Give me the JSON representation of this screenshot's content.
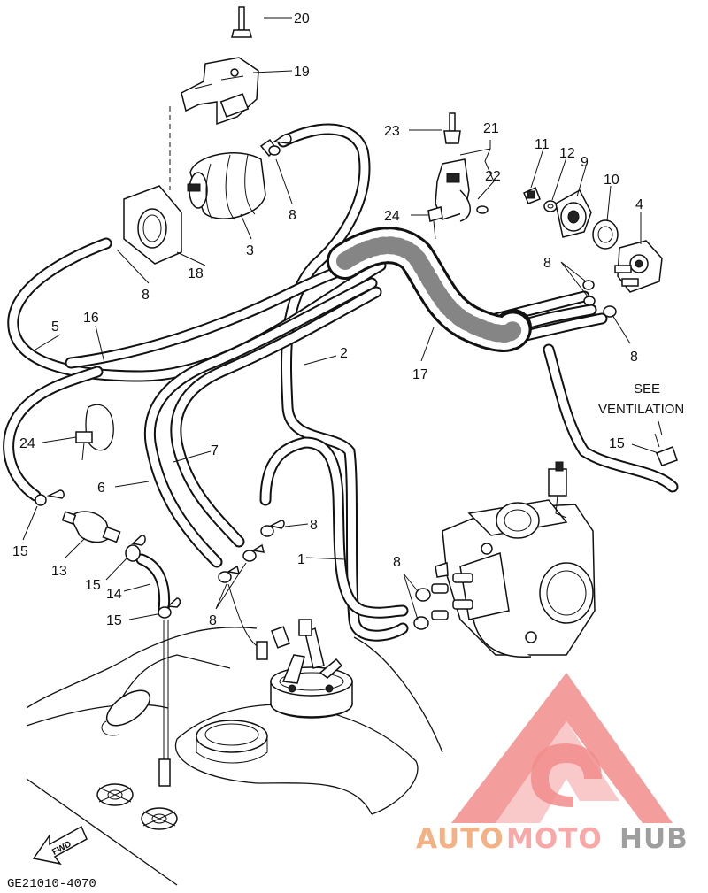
{
  "diagram": {
    "callouts": {
      "c20": "20",
      "c19": "19",
      "c23": "23",
      "c21": "21",
      "c22": "22",
      "c24a": "24",
      "c11": "11",
      "c12": "12",
      "c9": "9",
      "c10": "10",
      "c4": "4",
      "c8a": "8",
      "c3": "3",
      "c8b": "8",
      "c18": "18",
      "c8c": "8",
      "c8d": "8",
      "c5": "5",
      "c16": "16",
      "c2": "2",
      "c17": "17",
      "c24b": "24",
      "c7": "7",
      "c6": "6",
      "c15a": "15",
      "c13": "13",
      "c15b": "15",
      "c14": "14",
      "c15c": "15",
      "c8e": "8",
      "c1": "1",
      "c8f": "8",
      "c8g": "8",
      "c15d": "15"
    },
    "see_ventilation_line1": "SEE",
    "see_ventilation_line2": "VENTILATION",
    "fwd_label": "FWD",
    "drawing_code": "GE21010-4070"
  },
  "watermark": {
    "part1": "AUTO",
    "part2": "MOTO",
    "part3": "HUB",
    "colors": {
      "auto": "#f4b183",
      "moto": "#f9a7a7",
      "hub": "#9e9e9e",
      "logo": "#f28c8c"
    }
  }
}
